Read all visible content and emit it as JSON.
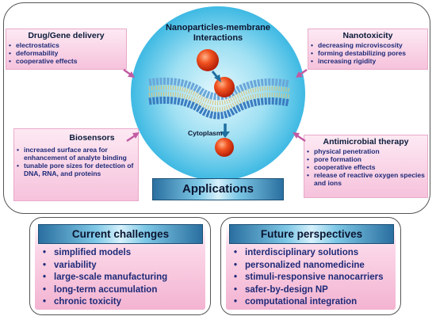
{
  "center": {
    "title": "Nanoparticles-membrane Interactions",
    "cytoplasm": "Cytoplasm"
  },
  "drug_gene": {
    "title": "Drug/Gene delivery",
    "items": [
      "electrostatics",
      "deformability",
      "cooperative effects"
    ]
  },
  "nanotoxicity": {
    "title": "Nanotoxicity",
    "items": [
      "decreasing microviscosity",
      "forming destabilizing pores",
      "increasing rigidity"
    ]
  },
  "biosensors": {
    "title": "Biosensors",
    "items": [
      "increased surface area for enhancement of analyte binding",
      "tunable pore sizes for detection of DNA, RNA, and proteins"
    ]
  },
  "antimicrobial": {
    "title": "Antimicrobial therapy",
    "items": [
      "physical penetration",
      "pore formation",
      "cooperative effects",
      "release of reactive oxygen species and ions"
    ]
  },
  "applications": {
    "label": "Applications"
  },
  "challenges": {
    "title": "Current challenges",
    "items": [
      "simplified models",
      "variability",
      "large-scale manufacturing",
      "long-term accumulation",
      "chronic toxicity"
    ]
  },
  "perspectives": {
    "title": "Future perspectives",
    "items": [
      "interdisciplinary solutions",
      "personalized nanomedicine",
      "stimuli-responsive nanocarriers",
      "safer-by-design NP",
      "computational integration"
    ]
  },
  "colors": {
    "circle": "#5ec9ea",
    "particle": "#e8361a",
    "arrow": "#1f6fa0",
    "pink_arrow": "#c25aa3"
  }
}
